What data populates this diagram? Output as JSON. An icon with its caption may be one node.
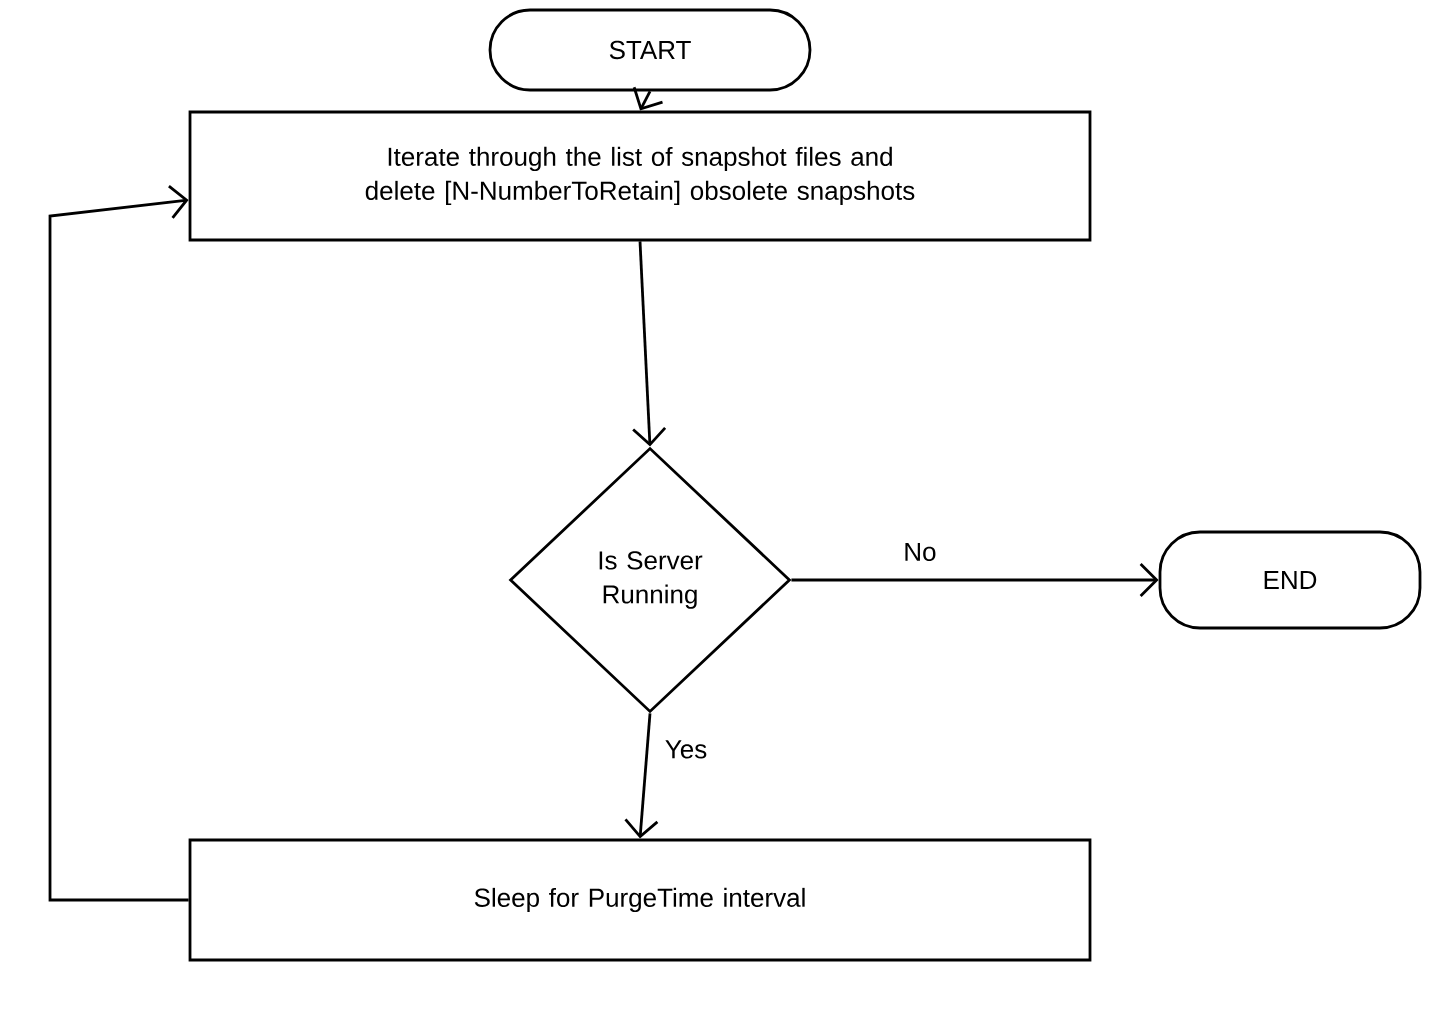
{
  "diagram": {
    "nodes": [
      {
        "text": [
          "START"
        ]
      },
      {
        "text": [
          "Iterate through the list of snapshot files and delete [N-NumberToRetain] obsolete snapshots"
        ]
      },
      {
        "text": [
          "Is Server Running"
        ]
      },
      {
        "text": [
          "END"
        ]
      },
      {
        "text": [
          "Sleep for PurgeTime interval"
        ]
      }
    ],
    "edges": [
      {
        "from": 0,
        "to": 1,
        "arrow": "to"
      },
      {
        "from": 1,
        "to": 2,
        "arrow": "to"
      },
      {
        "from": 2,
        "to": 3,
        "arrow": "to",
        "label": "No"
      },
      {
        "from": 2,
        "to": 4,
        "arrow": "to",
        "label": "Yes"
      },
      {
        "from": 4,
        "to": 1,
        "arrow": "to"
      }
    ]
  }
}
